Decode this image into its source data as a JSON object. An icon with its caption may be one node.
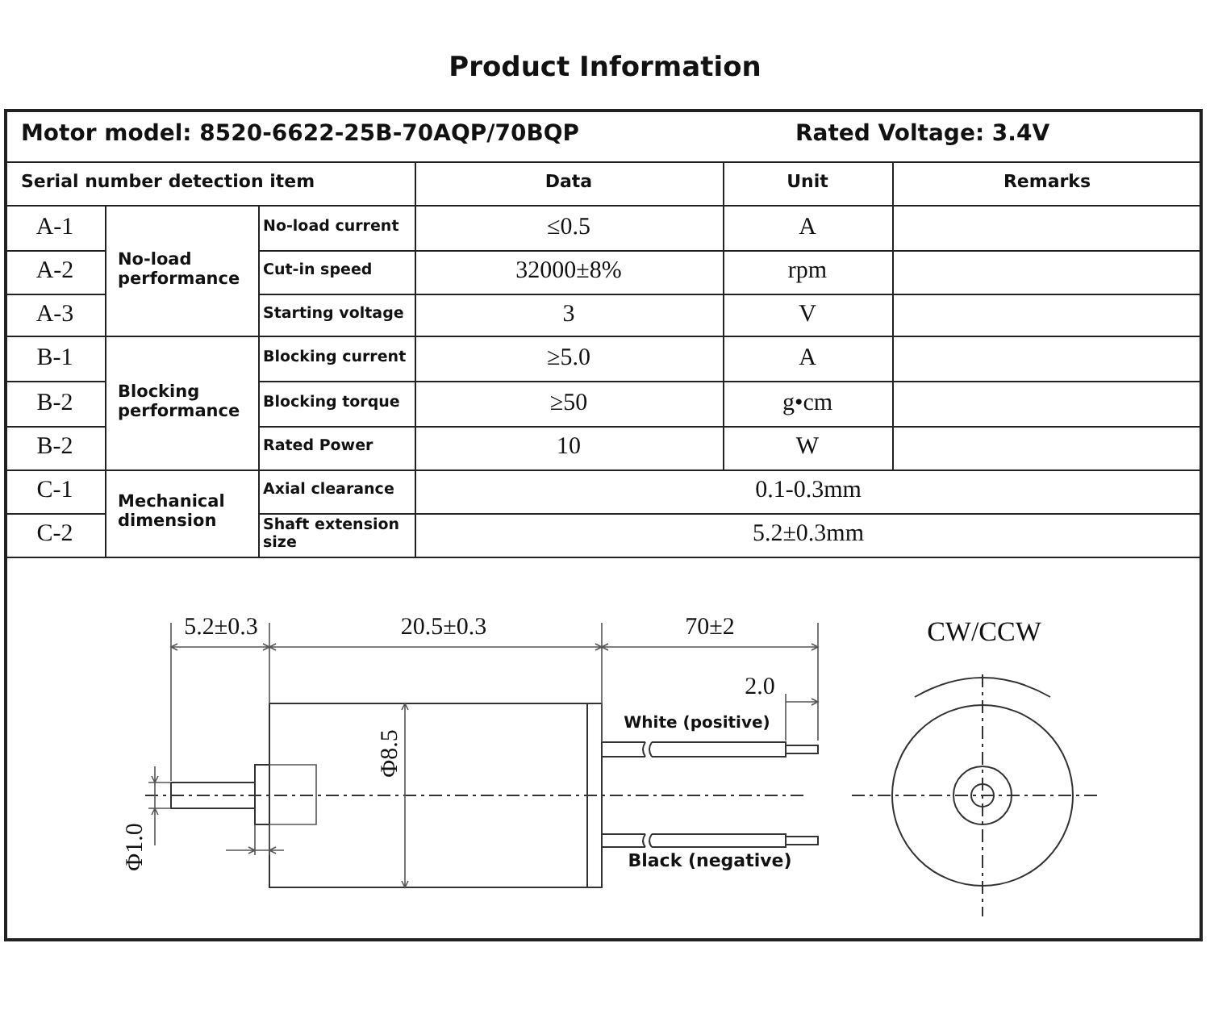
{
  "diagram": {
    "title": "Product Information",
    "labels": [
      "Motor model: 8520-6622-25B-70AQP/70BQP",
      "Rated Voltage: 3.4V",
      "Serial number detection item",
      "Data",
      "Unit",
      "Remarks",
      "A-1",
      "No-load performance",
      "No-load current",
      "≤0.5",
      "A",
      "A-2",
      "Cut-in speed",
      "32000±8%",
      "rpm",
      "A-3",
      "Starting voltage",
      "3",
      "V",
      "B-1",
      "Blocking performance",
      "Blocking current",
      "≥5.0",
      "A",
      "B-2",
      "Blocking torque",
      "≥50",
      "g•cm",
      "B-2",
      "Rated Power",
      "10",
      "W",
      "C-1",
      "Mechanical dimension",
      "Axial clearance",
      "0.1-0.3mm",
      "C-2",
      "Shaft extension size",
      "5.2±0.3mm",
      "5.2±0.3",
      "20.5±0.3",
      "70±2",
      "CW/CCW",
      "2.0",
      "White (positive)",
      "Φ8.5",
      "Φ1.0",
      "Black (negative)"
    ]
  }
}
